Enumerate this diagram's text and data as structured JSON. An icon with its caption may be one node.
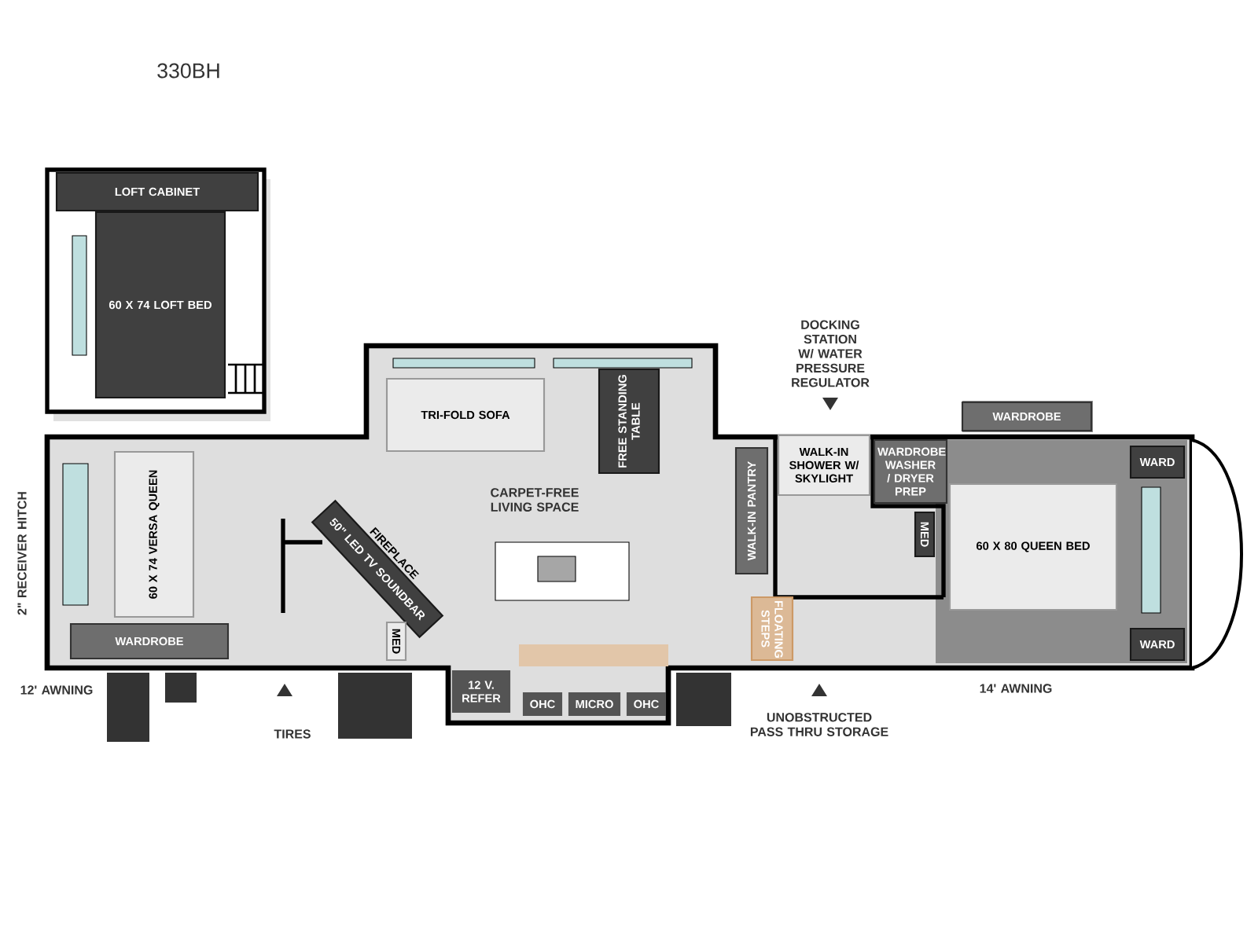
{
  "diagram": {
    "nodes": [
      {
        "text": [
          "LOFT CABINET"
        ]
      },
      {
        "text": [
          "60 X 74 LOFT BED"
        ]
      },
      {
        "text": [
          "60 X 74 VERSA QUEEN"
        ]
      },
      {
        "text": [
          "WARDROBE"
        ]
      },
      {
        "text": [
          "TRI-FOLD SOFA"
        ]
      },
      {
        "text": [
          "FREE STANDING TABLE"
        ]
      },
      {
        "text": [
          "FIREPLACE",
          "50\" LED TV SOUNDBAR"
        ]
      },
      {
        "text": [
          "MED"
        ]
      },
      {
        "text": [
          "WALK-IN PANTRY"
        ]
      },
      {
        "text": [
          "WALK-IN SHOWER W/ SKYLIGHT"
        ]
      },
      {
        "text": [
          "WARDROBE"
        ]
      },
      {
        "text": [
          "WARD"
        ]
      },
      {
        "text": [
          "WARDROBE",
          "WASHER / DRYER PREP"
        ]
      },
      {
        "text": [
          "MED"
        ]
      },
      {
        "text": [
          "60 X 80 QUEEN BED"
        ]
      },
      {
        "text": [
          "FLOATING STEPS"
        ]
      },
      {
        "text": [
          "12 V. REFER"
        ]
      },
      {
        "text": [
          "OHC"
        ]
      },
      {
        "text": [
          "MICRO"
        ]
      },
      {
        "text": [
          "OHC"
        ]
      },
      {
        "text": [
          "WARD"
        ]
      }
    ],
    "labels": [
      "330BH",
      "2\" RECEIVER HITCH",
      "CARPET-FREE LIVING SPACE",
      "**DOCKING STATION** W/ WATER PRESSURE REGULATOR",
      "12' AWNING",
      "TIRES",
      "UNOBSTRUCTED PASS THRU STORAGE",
      "14' AWNING"
    ]
  }
}
